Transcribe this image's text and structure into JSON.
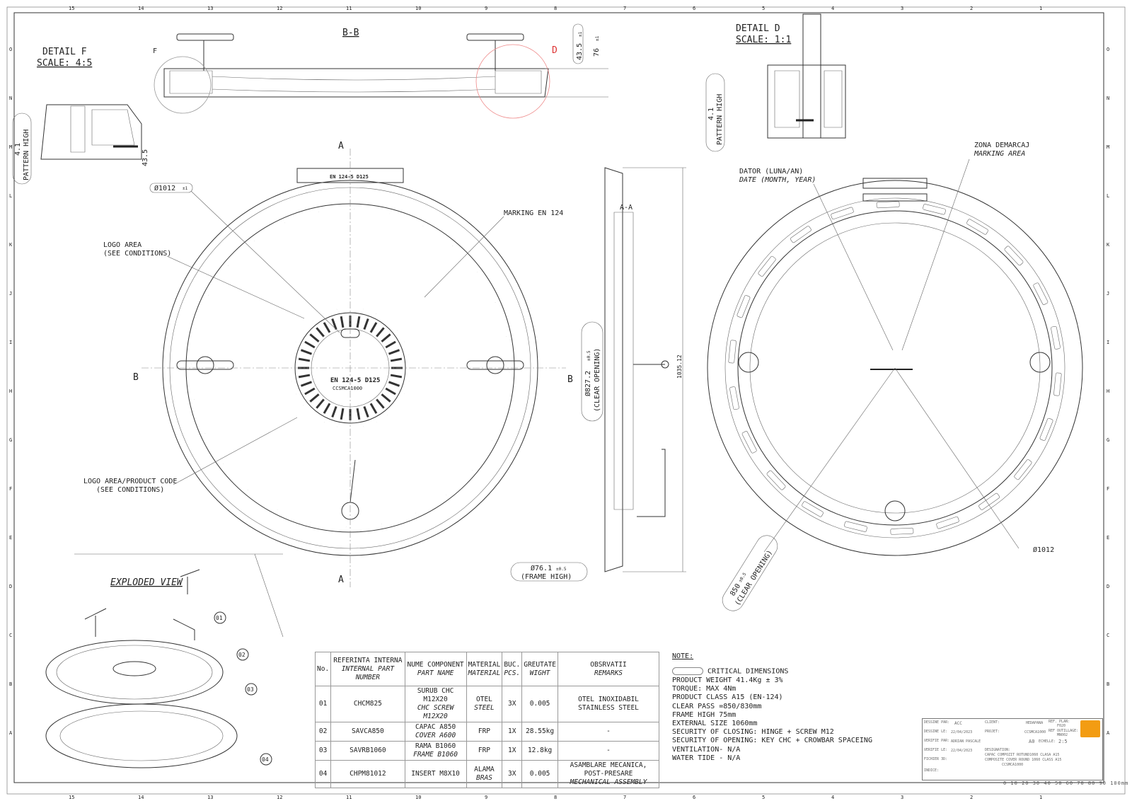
{
  "border": {
    "columns": [
      "15",
      "14",
      "13",
      "12",
      "11",
      "10",
      "9",
      "8",
      "7",
      "6",
      "5",
      "4",
      "3",
      "2",
      "1"
    ],
    "rows": [
      "O",
      "N",
      "M",
      "L",
      "K",
      "J",
      "I",
      "H",
      "G",
      "F",
      "E",
      "D",
      "C",
      "B",
      "A"
    ]
  },
  "section_bb": {
    "title": "B-B",
    "detail_marker": "D",
    "detail_f_marker": "F",
    "dim_435": "43.5",
    "dim_76": "76",
    "tol": "±1"
  },
  "detail_f": {
    "title": "DETAIL F",
    "scale": "SCALE: 4:5",
    "pattern_high": "4.1",
    "pattern_label": "PATTERN HIGH",
    "dim": "43.5"
  },
  "detail_d": {
    "title": "DETAIL D",
    "scale": "SCALE: 1:1",
    "pattern_high": "4.1",
    "pattern_label": "PATTERN HIGH"
  },
  "main_view": {
    "section_a": "A",
    "section_b": "B",
    "diameter": "Ø1012",
    "diameter_tol": "±1",
    "marking_top": "EN 124-5 D125",
    "marking_center": "EN 124-5 D125",
    "marking_code": "CCSMCA1000",
    "labels": {
      "logo_area": "LOGO AREA",
      "see_conditions": "(SEE CONDITIONS)",
      "logo_product": "LOGO AREA/PRODUCT CODE",
      "see_conditions2": "(SEE CONDITIONS)",
      "marking": "MARKING EN 124"
    }
  },
  "side_view": {
    "title": "A-A",
    "clear_opening_dim": "Ø827.2",
    "clear_opening_tol": "±0.5",
    "clear_opening_label": "(CLEAR OPENING)",
    "height_dim": "1035.12",
    "frame_high_dim": "Ø76.1",
    "frame_high_tol": "±0.5",
    "frame_high_label": "(FRAME HIGH)"
  },
  "plan_view": {
    "date_ro": "DATOR (LUNA/AN)",
    "date_en": "DATE (MONTH, YEAR)",
    "zone_ro": "ZONA DEMARCAJ",
    "zone_en": "MARKING AREA",
    "diameter": "Ø1012",
    "opening_dim": "850",
    "opening_tol": "±0.5",
    "opening_label": "(CLEAR OPENING)"
  },
  "exploded": {
    "title": "EXPLODED VIEW",
    "callouts": [
      "01",
      "02",
      "03",
      "04"
    ]
  },
  "bom": {
    "headers": {
      "no": "No.",
      "ref_ro": "REFERINTA INTERNA",
      "ref_en": "INTERNAL PART NUMBER",
      "name_ro": "NUME COMPONENT",
      "name_en": "PART NAME",
      "mat_ro": "MATERIAL",
      "mat_en": "MATERIAL",
      "pcs_ro": "BUC.",
      "pcs_en": "PCS.",
      "wt_ro": "GREUTATE",
      "wt_en": "WIGHT",
      "rem_ro": "OBSRVATII",
      "rem_en": "REMARKS"
    },
    "rows": [
      {
        "no": "01",
        "ref": "CHCM825",
        "name_ro": "SURUB CHC M12X20",
        "name_en": "CHC SCREW M12X20",
        "mat_ro": "OTEL",
        "mat_en": "STEEL",
        "pcs": "3X",
        "wt": "0.005",
        "rem_ro": "OTEL INOXIDABIL",
        "rem_en": "STAINLESS STEEL",
        "rem_en2": ""
      },
      {
        "no": "02",
        "ref": "SAVCA850",
        "name_ro": "CAPAC A850",
        "name_en": "COVER A600",
        "mat_ro": "FRP",
        "mat_en": "",
        "pcs": "1X",
        "wt": "28.55kg",
        "rem_ro": "-",
        "rem_en": "",
        "rem_en2": ""
      },
      {
        "no": "03",
        "ref": "SAVRB1060",
        "name_ro": "RAMA B1060",
        "name_en": "FRAME B1060",
        "mat_ro": "FRP",
        "mat_en": "",
        "pcs": "1X",
        "wt": "12.8kg",
        "rem_ro": "-",
        "rem_en": "",
        "rem_en2": ""
      },
      {
        "no": "04",
        "ref": "CHPM81012",
        "name_ro": "INSERT M8X10",
        "name_en": "",
        "mat_ro": "ALAMA",
        "mat_en": "BRAS",
        "pcs": "3X",
        "wt": "0.005",
        "rem_ro": "ASAMBLARE MECANICA,",
        "rem_en": "POST-PRESARE",
        "rem_en2": "MECHANICAL ASSEMBLY"
      }
    ]
  },
  "notes": {
    "title": "NOTE:",
    "critical": "CRITICAL DIMENSIONS",
    "lines": [
      "PRODUCT WEIGHT 41.4Kg ± 3%",
      "TORQUE: MAX 4Nm",
      "PRODUCT CLASS A15 (EN-124)",
      "CLEAR PASS =850/830mm",
      "FRAME HIGH 75mm",
      "EXTERNAL SIZE 1060mm",
      "SECURITY OF CLOSING: HINGE + SCREW M12",
      "SECURITY OF OPENING: KEY CHC + CROWBAR SPACEING",
      "VENTILATION- N/A",
      "WATER TIDE - N/A"
    ]
  },
  "title_block": {
    "drawn_by_label": "DESSINE PAR:",
    "drawn_by": "ACC",
    "drawn_on_label": "DESSINE LE:",
    "drawn_on": "22/04/2023",
    "checked_by_label": "VERIFIE PAR:",
    "checked_by": "ADRIAN PASCALE",
    "checked_on_label": "VERIFIE LE:",
    "checked_on": "22/04/2023",
    "file_label": "FICHIER 3D:",
    "index_label": "INDICE:",
    "client_label": "CLIENT:",
    "project_label": "PROJET:",
    "designation_label": "DESIGNATION:",
    "designation_ro": "CAPAC COMPOZIT ROTUND1060 CLASA A15",
    "designation_en": "COMPOSITE COVER ROUND 1060 CLASS A15",
    "designation_code": "CCSMCA1000",
    "format": "A0",
    "scale_label": "ECHELLE:",
    "scale": "2:5",
    "ref_plan_label": "REF. PLAN:",
    "ref_plan": "F020",
    "ref_tool_label": "REF OUTILLAGE:",
    "ref_tool": "MN002",
    "company": "HEDAPANA",
    "code": "CCSMCA1000"
  },
  "scale_bar": "0 10 20 30 40 50 60 70 80 90 100mm"
}
